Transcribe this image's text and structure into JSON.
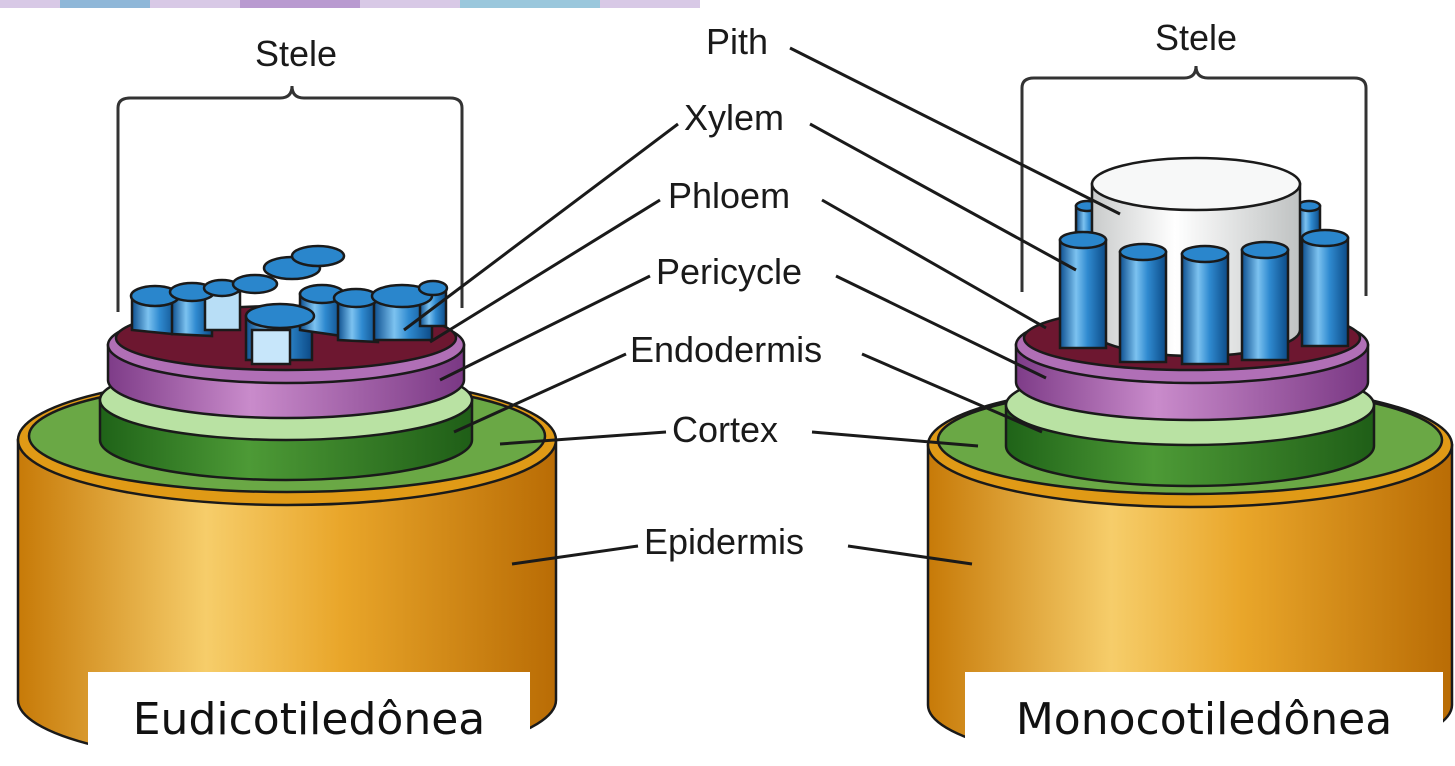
{
  "colors": {
    "epidermis": "#e09a16",
    "cortex": "#5f9e3e",
    "endodermis": "#2f7a24",
    "pericycle": "#a260a8",
    "phloem": "#6d1730",
    "xylem": "#1e79bf",
    "pith": "#eceeee"
  },
  "labels": {
    "stele_left": "Stele",
    "stele_right": "Stele",
    "pith": "Pith",
    "xylem": "Xylem",
    "phloem": "Phloem",
    "pericycle": "Pericycle",
    "endodermis": "Endodermis",
    "cortex": "Cortex",
    "epidermis": "Epidermis"
  },
  "captions": {
    "left": "Eudicotiledônea",
    "right": "Monocotiledônea"
  }
}
